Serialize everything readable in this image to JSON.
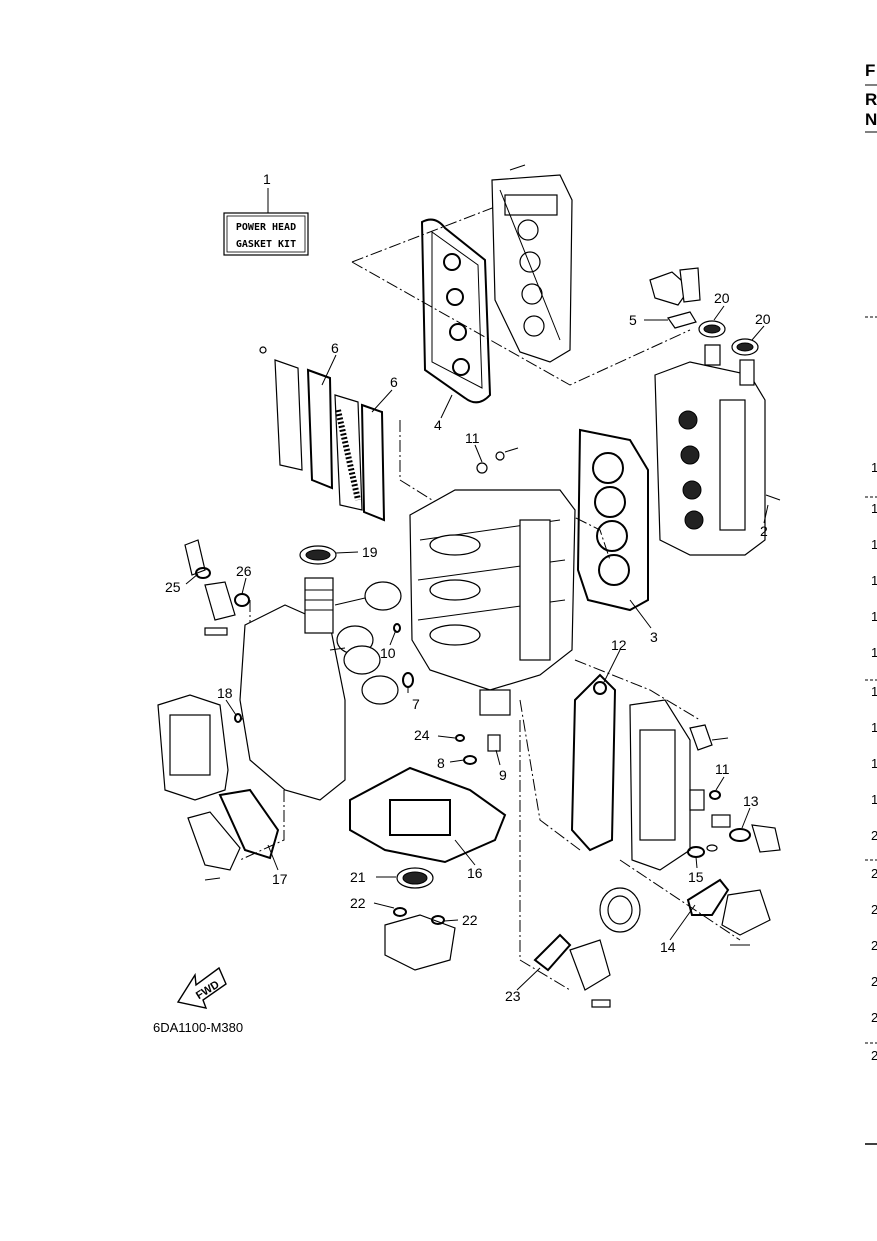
{
  "kit_label": {
    "line1": "POWER HEAD",
    "line2": "GASKET KIT"
  },
  "fwd_label": "FWD",
  "figure_code": "6DA1100-M380",
  "callouts": [
    {
      "id": "c1",
      "text": "1"
    },
    {
      "id": "c2",
      "text": "2"
    },
    {
      "id": "c3",
      "text": "3"
    },
    {
      "id": "c4",
      "text": "4"
    },
    {
      "id": "c5",
      "text": "5"
    },
    {
      "id": "c6a",
      "text": "6"
    },
    {
      "id": "c6b",
      "text": "6"
    },
    {
      "id": "c7",
      "text": "7"
    },
    {
      "id": "c8",
      "text": "8"
    },
    {
      "id": "c9",
      "text": "9"
    },
    {
      "id": "c10",
      "text": "10"
    },
    {
      "id": "c11a",
      "text": "11"
    },
    {
      "id": "c11b",
      "text": "11"
    },
    {
      "id": "c12",
      "text": "12"
    },
    {
      "id": "c13",
      "text": "13"
    },
    {
      "id": "c14",
      "text": "14"
    },
    {
      "id": "c15",
      "text": "15"
    },
    {
      "id": "c16",
      "text": "16"
    },
    {
      "id": "c17",
      "text": "17"
    },
    {
      "id": "c18",
      "text": "18"
    },
    {
      "id": "c19",
      "text": "19"
    },
    {
      "id": "c20a",
      "text": "20"
    },
    {
      "id": "c20b",
      "text": "20"
    },
    {
      "id": "c21",
      "text": "21"
    },
    {
      "id": "c22a",
      "text": "22"
    },
    {
      "id": "c22b",
      "text": "22"
    },
    {
      "id": "c23",
      "text": "23"
    },
    {
      "id": "c24",
      "text": "24"
    },
    {
      "id": "c25",
      "text": "25"
    },
    {
      "id": "c26",
      "text": "26"
    }
  ],
  "edge_header": [
    "F",
    "R",
    "N"
  ],
  "edge_column": [
    "1",
    "1",
    "1",
    "1",
    "1",
    "1",
    "1",
    "1",
    "1",
    "1",
    "2",
    "2",
    "2",
    "2",
    "2",
    "2",
    "2"
  ]
}
